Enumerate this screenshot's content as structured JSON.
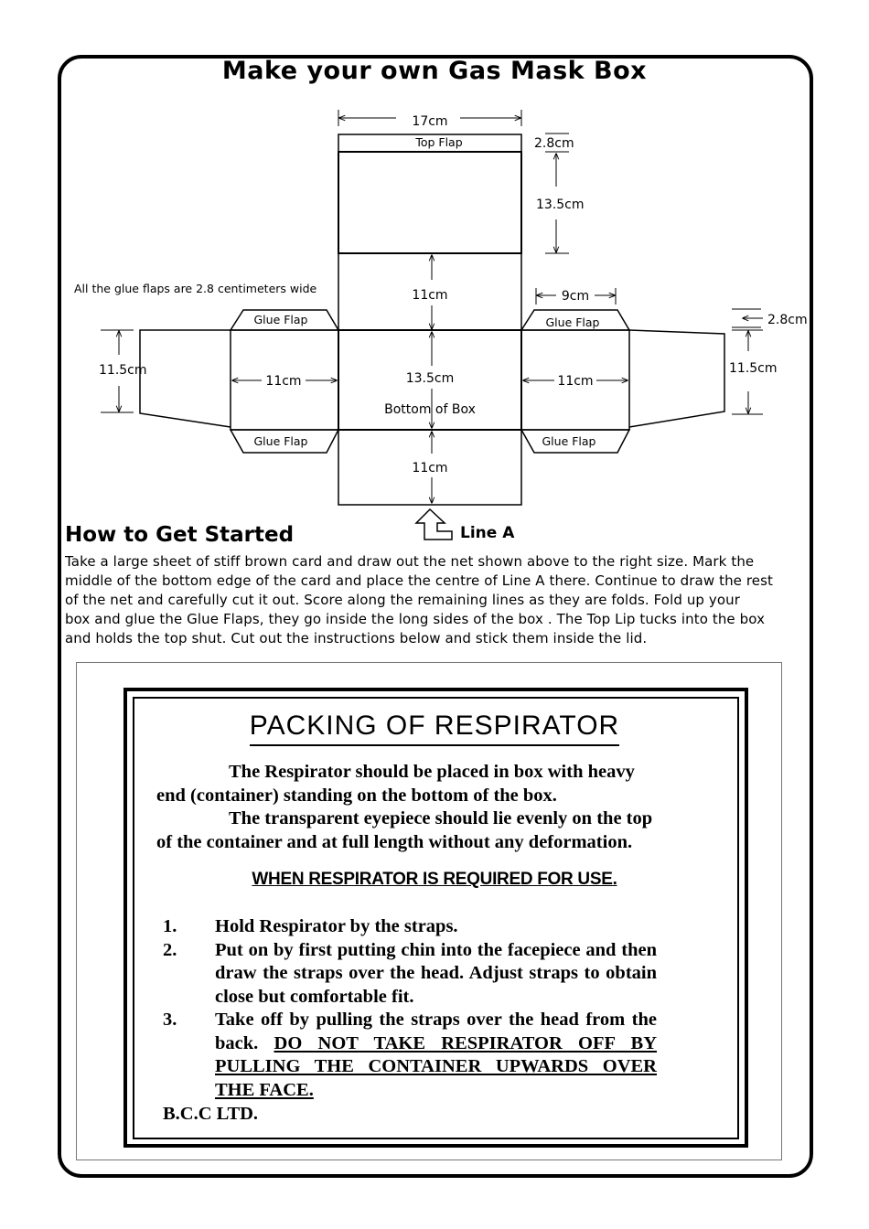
{
  "title": "Make your own Gas Mask Box",
  "net": {
    "dim_17cm": "17cm",
    "top_flap": "Top Flap",
    "dim_2_8cm_top": "2.8cm",
    "dim_13_5cm_top": "13.5cm",
    "glue_note": "All the glue flaps are 2.8 centimeters wide",
    "dim_11cm_upper": "11cm",
    "dim_9cm": "9cm",
    "dim_2_8cm_right": "2.8cm",
    "glue_flap_tl": "Glue Flap",
    "glue_flap_tr": "Glue Flap",
    "glue_flap_bl": "Glue Flap",
    "glue_flap_br": "Glue Flap",
    "dim_11_5cm_left": "11.5cm",
    "dim_11_5cm_right": "11.5cm",
    "dim_11cm_left": "11cm",
    "dim_11cm_right": "11cm",
    "dim_13_5cm_mid": "13.5cm",
    "bottom_of_box": "Bottom of Box",
    "dim_11cm_lower": "11cm",
    "line_a": "Line A"
  },
  "how": {
    "heading": "How to Get Started",
    "lines": [
      "Take a large sheet of stiff brown card and draw out the net shown above to the right size. Mark the",
      "middle of the bottom edge of the card and place the centre of Line A there. Continue to draw the rest",
      "of the net and carefully cut it out.  Score along the remaining lines as they are folds.  Fold up your",
      "box and glue the Glue Flaps, they go inside the long sides of the box . The Top Lip tucks into the box",
      "and holds the top shut. Cut out the instructions below and stick them inside the lid."
    ]
  },
  "label": {
    "heading": "PACKING OF RESPIRATOR",
    "p1_line1": "The Respirator should be placed in box with heavy",
    "p1_line2": "end (container) standing on the bottom of the box.",
    "p2_line1": "The transparent eyepiece should lie evenly on the top",
    "p2_line2": "of the container and at full length without any deformation.",
    "when": "WHEN RESPIRATOR IS REQUIRED FOR USE",
    "when_dot": ".",
    "items": [
      {
        "num": "1.",
        "text": "Hold Respirator by the straps."
      },
      {
        "num": "2.",
        "text": "Put on by first putting chin into the facepiece and then draw the straps over the head.  Adjust straps to obtain close but comfortable fit."
      },
      {
        "num": "3.",
        "text": "Take off by pulling the straps over the head from the back.",
        "warning": "DO NOT TAKE RESPIRATOR OFF BY PULLING THE CONTAINER UPWARDS OVER THE FACE."
      }
    ],
    "signature": "B.C.C LTD."
  }
}
